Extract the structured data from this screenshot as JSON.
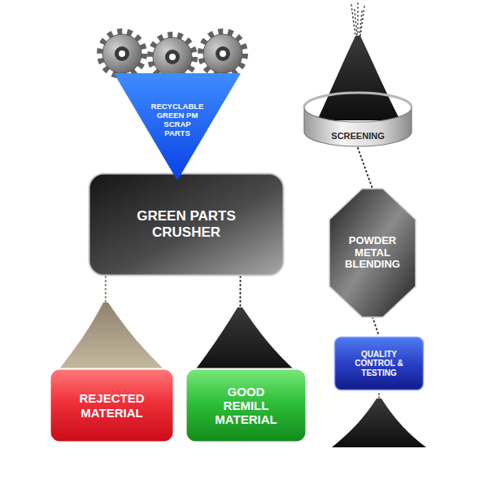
{
  "diagram": {
    "nodes": [
      {
        "text": [
          "RECYCLABLE GREEN PM SCRAP PARTS"
        ]
      },
      {
        "text": [
          "GREEN PARTS CRUSHER"
        ]
      },
      {
        "text": [
          "REJECTED MATERIAL"
        ]
      },
      {
        "text": [
          "GOOD REMILL MATERIAL"
        ]
      },
      {
        "text": [
          "SCREENING"
        ]
      },
      {
        "text": [
          "POWDER METAL BLENDING"
        ]
      },
      {
        "text": [
          "QUALITY CONTROL & TESTING"
        ]
      }
    ],
    "edges": [
      {
        "from": 1,
        "to": 2,
        "arrow": "none"
      },
      {
        "from": 1,
        "to": 3,
        "arrow": "none"
      },
      {
        "from": 4,
        "to": 5,
        "arrow": "none"
      },
      {
        "from": 5,
        "to": 6,
        "arrow": "none"
      }
    ]
  }
}
